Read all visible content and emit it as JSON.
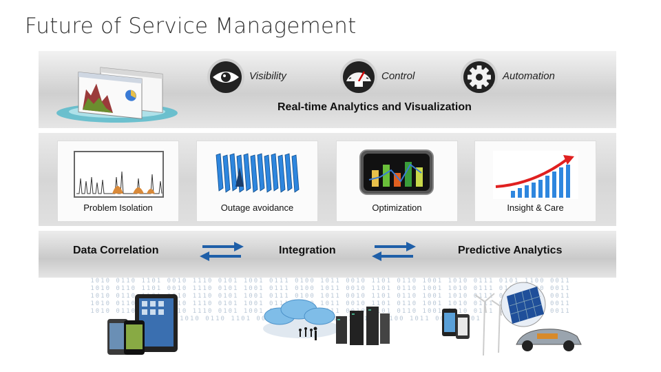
{
  "title": "Future of Service Management",
  "top_band": {
    "features": [
      {
        "label": "Visibility",
        "icon": "eye-icon"
      },
      {
        "label": "Control",
        "icon": "gauge-icon"
      },
      {
        "label": "Automation",
        "icon": "gear-icon"
      }
    ],
    "subtitle": "Real-time Analytics and Visualization"
  },
  "cards": [
    {
      "label": "Problem Isolation"
    },
    {
      "label": "Outage avoidance"
    },
    {
      "label": "Optimization"
    },
    {
      "label": "Insight & Care"
    }
  ],
  "bottom_band": {
    "items": [
      "Data Correlation",
      "Integration",
      "Predictive Analytics"
    ]
  },
  "binary_text": "1010 0110 1101 0010 1110 0101 1001 0111 0100 1011 0010 1101 0110 1001 1010 0111 0101 1100 0011 1010 0110 1101 0010 1110 0101 1001 0111 0100 1011 0010 1101 0110 1001 1010 0111 0101 1100 0011 1010 0110 1101 0010 1110 0101 1001 0111 0100 1011 0010 1101 0110 1001 1010 0111 0101 1100 0011 1010 0110 1101 0010 1110 0101 1001 0111 0100 1011 0010 1101 0110 1001 1010 0111 0101 1100 0011 1010 0110 1101 0010 1110 0101 1001 0111 0100 1011 0010 1101 0110 1001 1010 0111 0101 1100 0011 1010 0110 1101 0010 1110 0101 1001 0111 0100 1011 0010 1101",
  "colors": {
    "arrow_blue": "#1f5fa8",
    "chart_bar": "#2e86de",
    "growth_arrow": "#e02020",
    "title_text": "#333333"
  }
}
